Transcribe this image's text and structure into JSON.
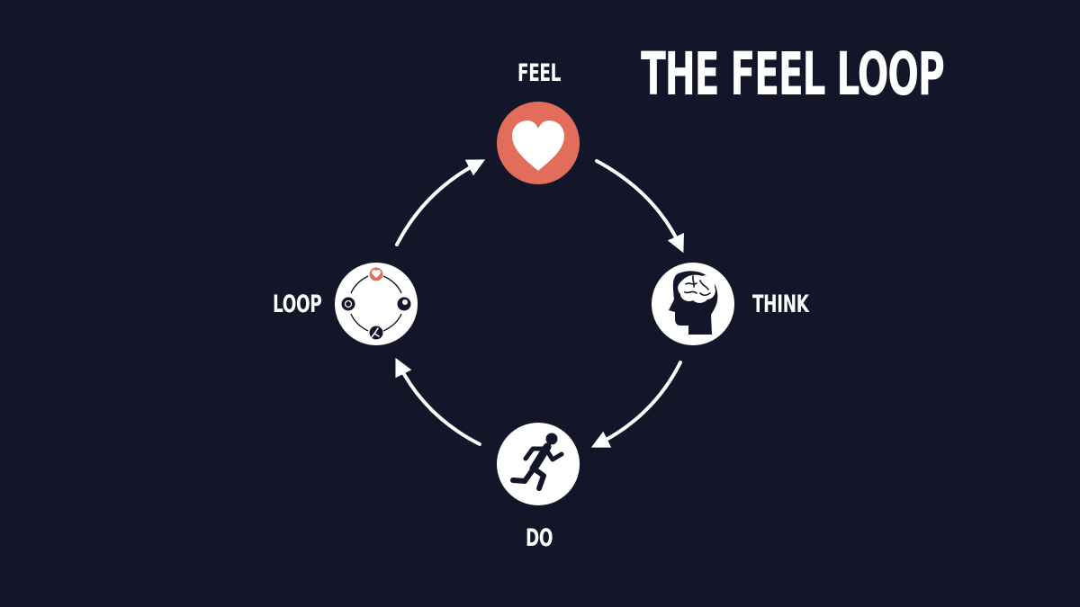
{
  "title": "THE FEEL LOOP",
  "nodes": [
    {
      "id": "feel",
      "label": "FEEL",
      "icon": "heart-icon"
    },
    {
      "id": "think",
      "label": "THINK",
      "icon": "brain-head-icon"
    },
    {
      "id": "do",
      "label": "DO",
      "icon": "running-person-icon"
    },
    {
      "id": "loop",
      "label": "LOOP",
      "icon": "cycle-icon"
    }
  ],
  "colors": {
    "background": "#121628",
    "accent": "#E26D5A",
    "node_fill": "#FFFFFF",
    "icon_dark": "#121628",
    "text": "#FFFFFF"
  }
}
